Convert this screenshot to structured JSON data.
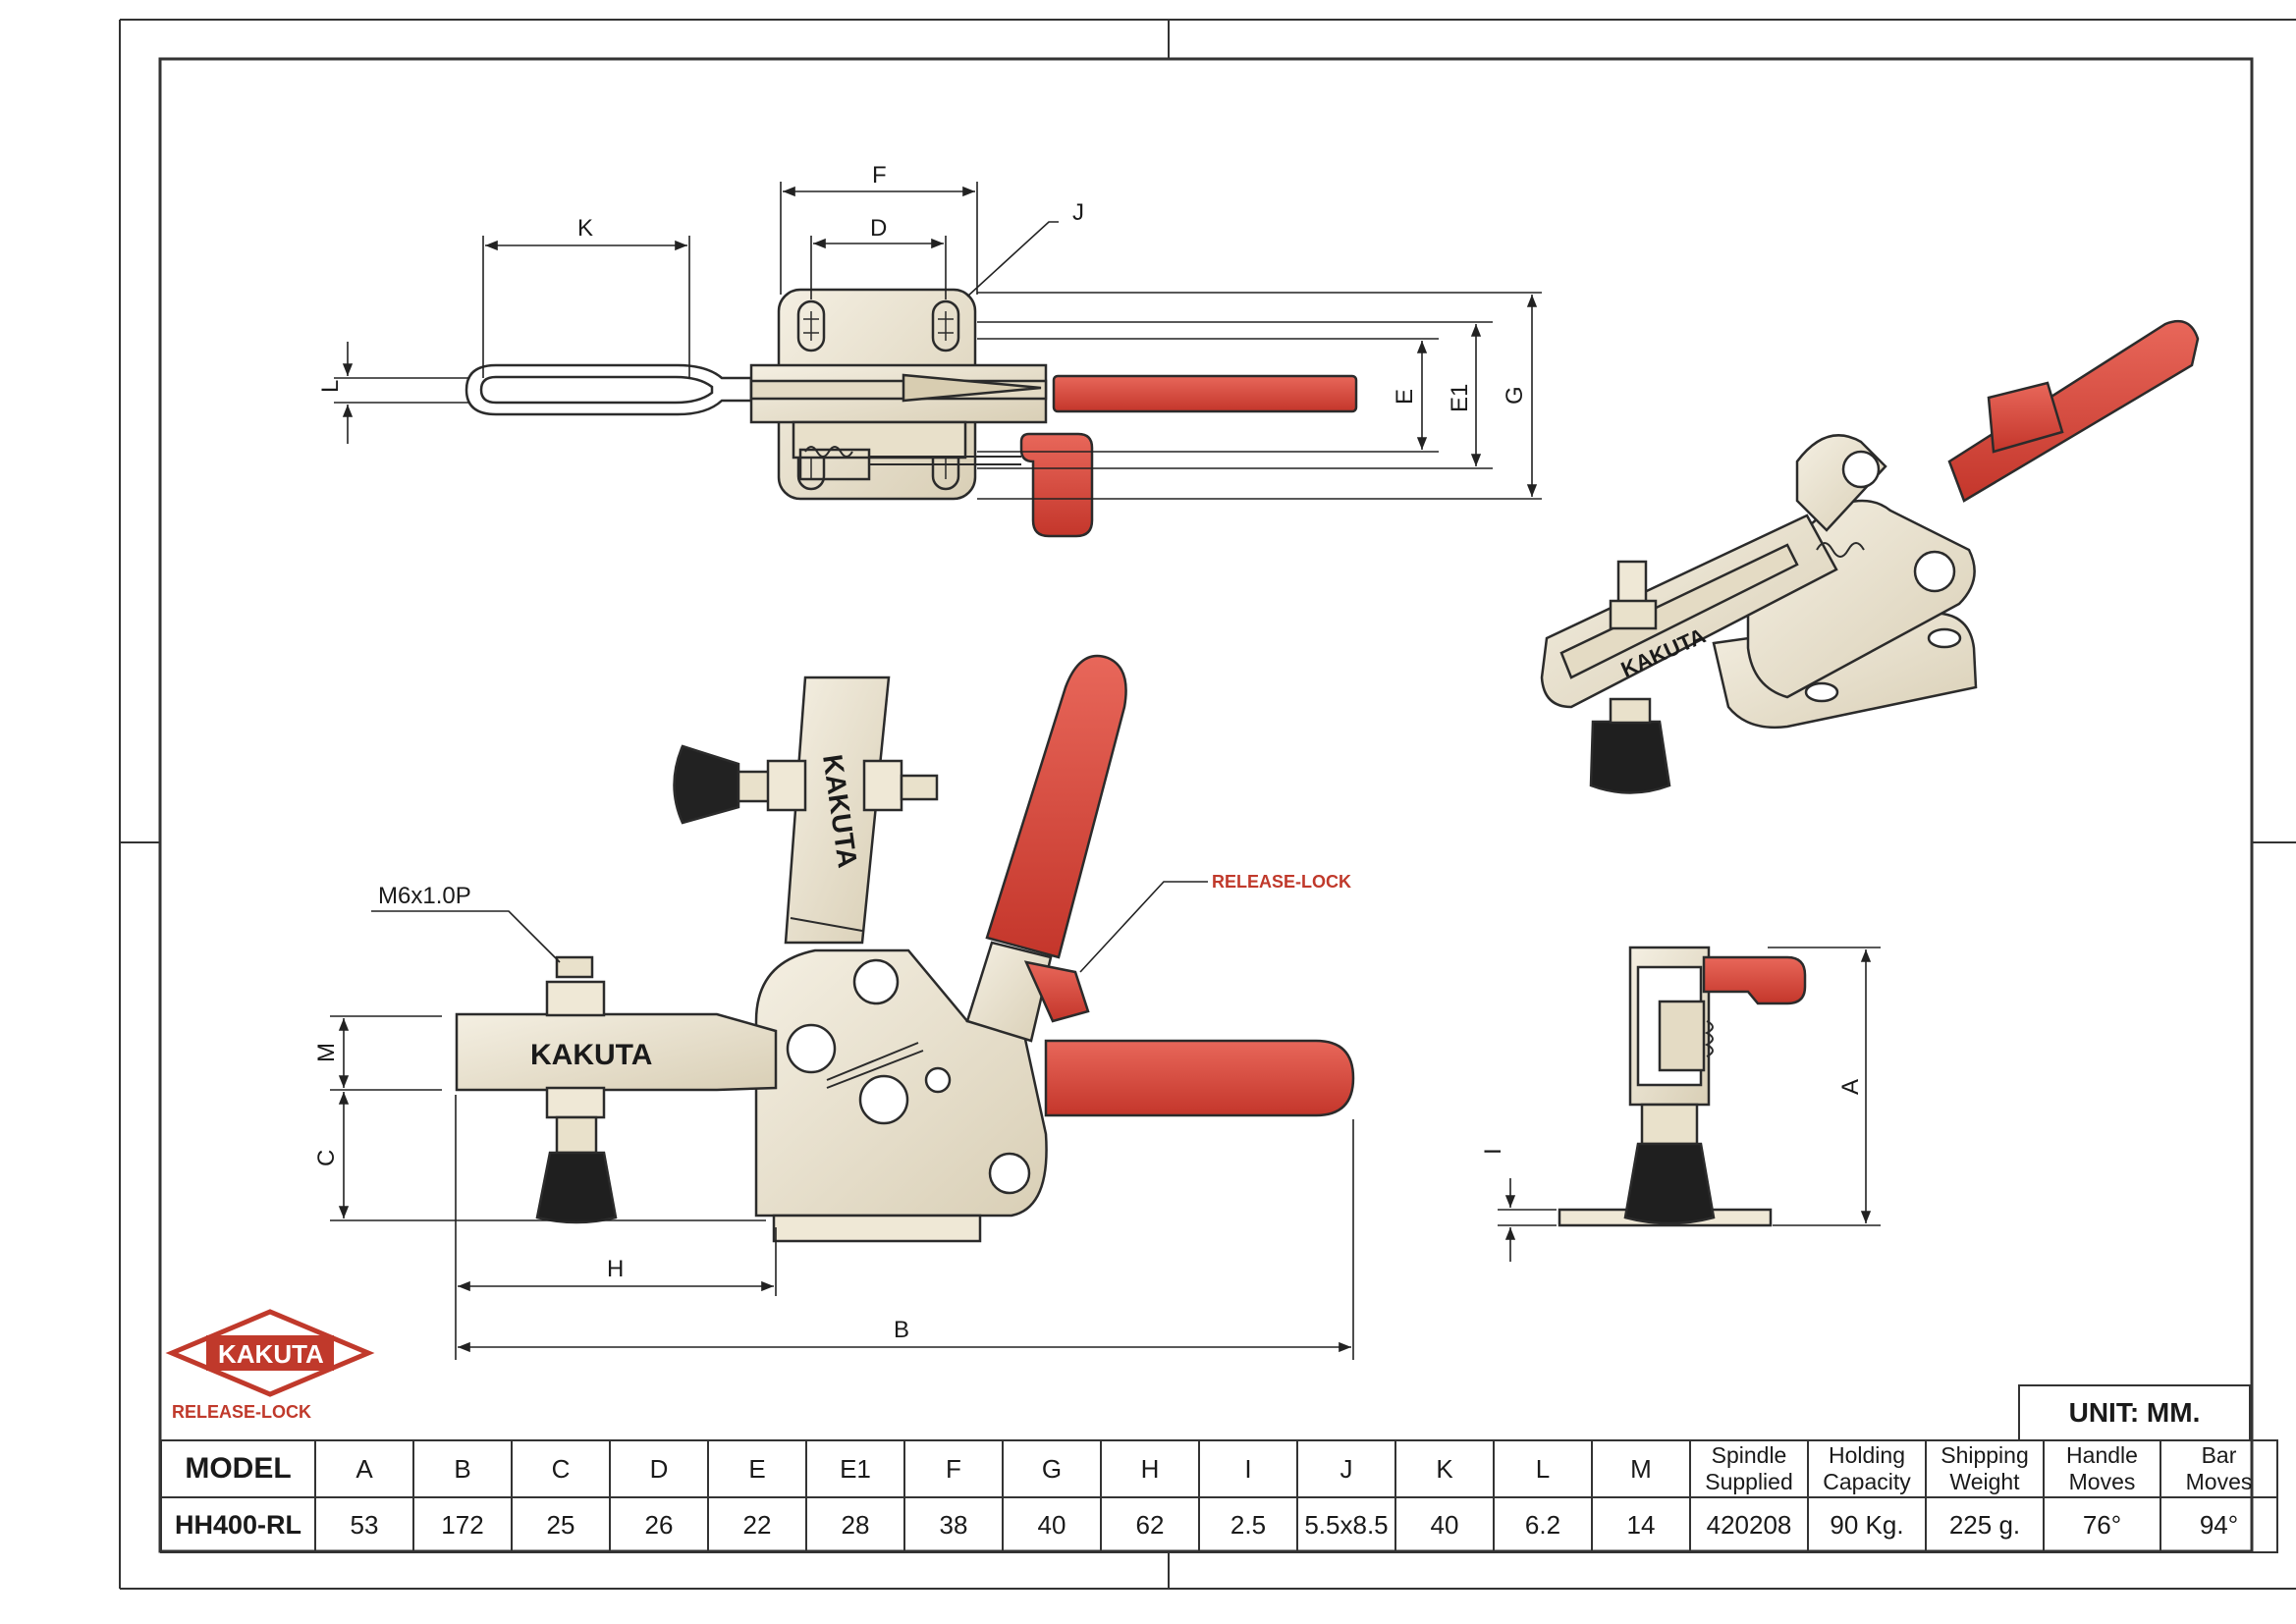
{
  "callouts": {
    "thread": "M6x1.0P",
    "release_lock": "RELEASE-LOCK",
    "brand_on_bar": "KAKUTA"
  },
  "dimension_labels": {
    "F": "F",
    "D": "D",
    "J": "J",
    "K": "K",
    "L": "L",
    "E": "E",
    "E1": "E1",
    "G": "G",
    "M": "M",
    "C": "C",
    "H": "H",
    "B": "B",
    "A": "A",
    "I": "I"
  },
  "logo": {
    "brand": "KAKUTA",
    "tagline": "RELEASE-LOCK",
    "brand_color": "#c0392b"
  },
  "table": {
    "unit": "UNIT: MM.",
    "headers": [
      "MODEL",
      "A",
      "B",
      "C",
      "D",
      "E",
      "E1",
      "F",
      "G",
      "H",
      "I",
      "J",
      "K",
      "L",
      "M",
      "Spindle Supplied",
      "Holding Capacity",
      "Shipping Weight",
      "Handle Moves",
      "Bar Moves"
    ],
    "header_lines": [
      [
        "MODEL"
      ],
      [
        "A"
      ],
      [
        "B"
      ],
      [
        "C"
      ],
      [
        "D"
      ],
      [
        "E"
      ],
      [
        "E1"
      ],
      [
        "F"
      ],
      [
        "G"
      ],
      [
        "H"
      ],
      [
        "I"
      ],
      [
        "J"
      ],
      [
        "K"
      ],
      [
        "L"
      ],
      [
        "M"
      ],
      [
        "Spindle",
        "Supplied"
      ],
      [
        "Holding",
        "Capacity"
      ],
      [
        "Shipping",
        "Weight"
      ],
      [
        "Handle",
        "Moves"
      ],
      [
        "Bar",
        "Moves"
      ]
    ],
    "values": [
      "HH400-RL",
      "53",
      "172",
      "25",
      "26",
      "22",
      "28",
      "38",
      "40",
      "62",
      "2.5",
      "5.5x8.5",
      "40",
      "6.2",
      "14",
      "420208",
      "90 Kg.",
      "225 g.",
      "76°",
      "94°"
    ]
  },
  "colors": {
    "handle_red": "#d9473a",
    "metal": "#ece4d0",
    "outline": "#2b2b2b"
  }
}
